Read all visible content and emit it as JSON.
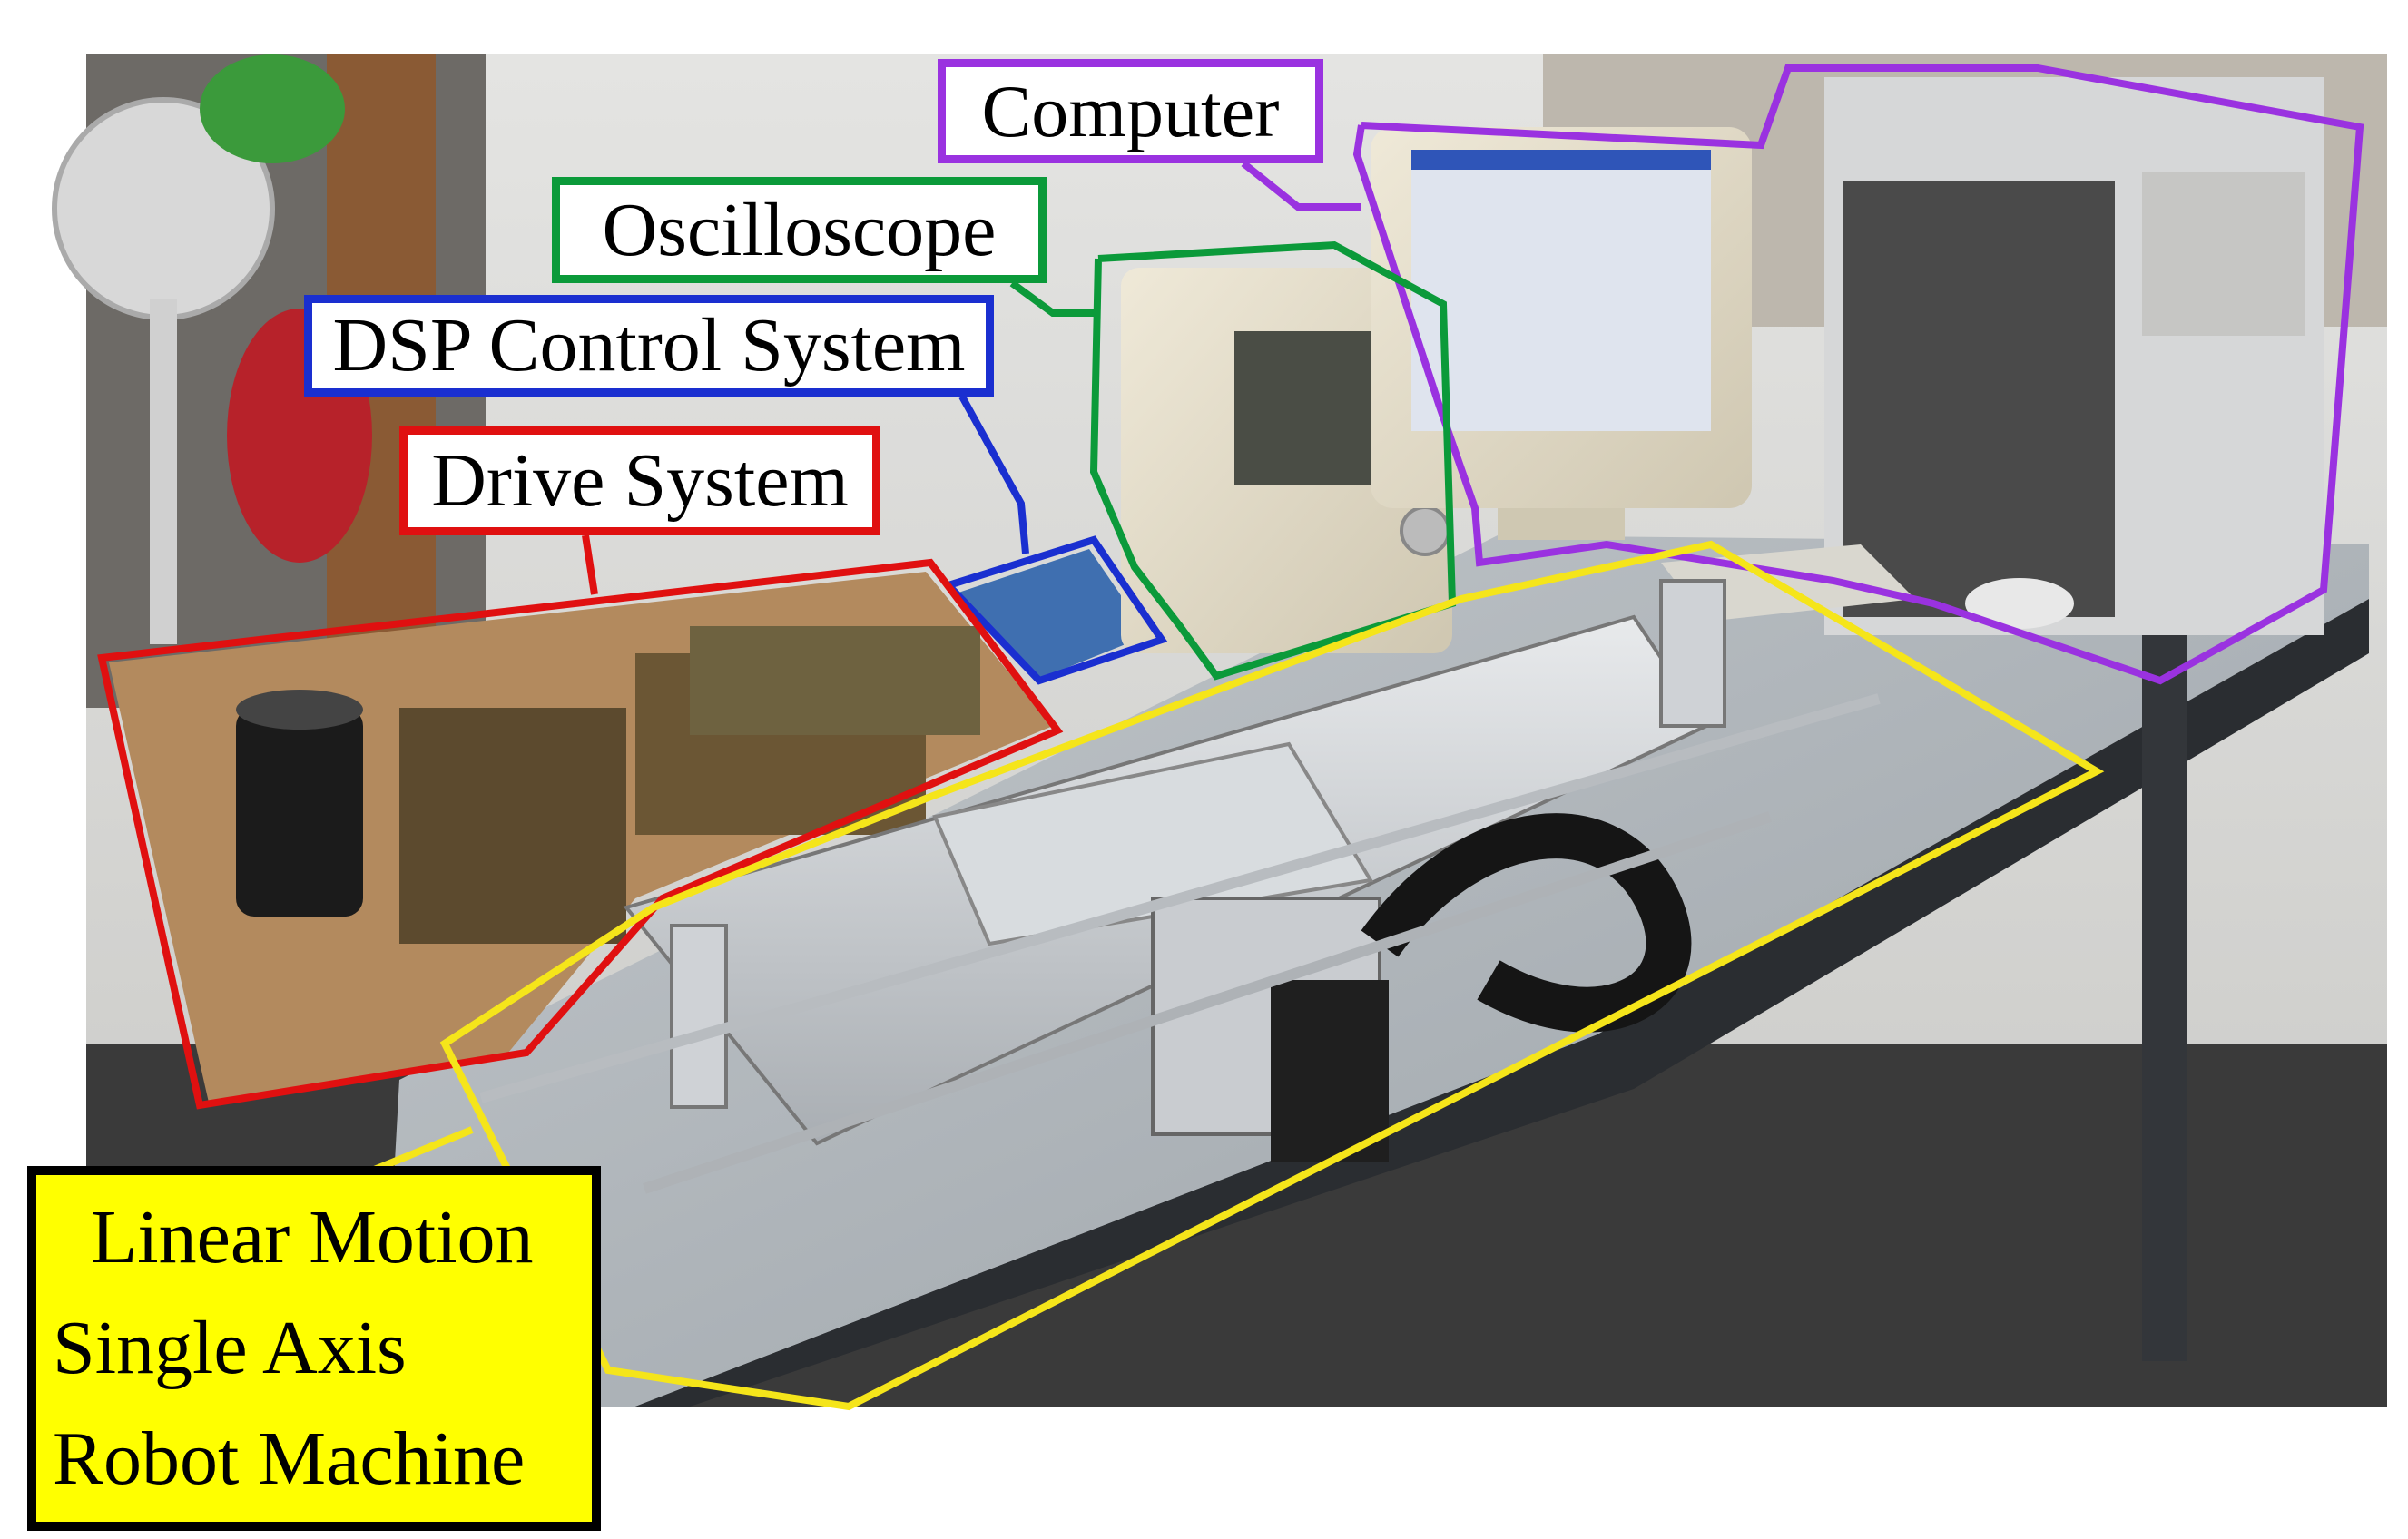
{
  "labels": {
    "computer": "Computer",
    "oscilloscope": "Oscilloscope",
    "dsp_control_system": "DSP Control System",
    "drive_system": "Drive System",
    "robot_line1": "Linear Motion",
    "robot_line2": "Single Axis",
    "robot_line3": "Robot Machine"
  },
  "colors": {
    "computer": "#9a32e0",
    "oscilloscope": "#0b9a3a",
    "dsp_control_system": "#1a2fd0",
    "drive_system": "#e01010",
    "robot_machine": "#ffff00"
  }
}
